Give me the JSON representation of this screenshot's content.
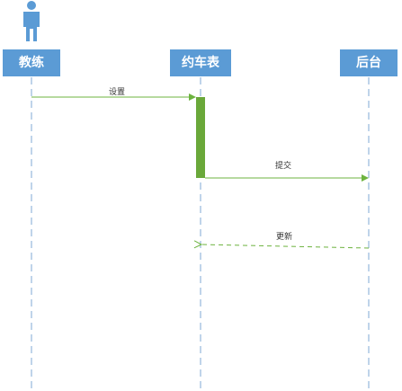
{
  "diagram": {
    "participants": [
      {
        "id": "coach",
        "label": "教练",
        "is_actor": true
      },
      {
        "id": "schedule",
        "label": "约车表",
        "is_actor": false
      },
      {
        "id": "backend",
        "label": "后台",
        "is_actor": false
      }
    ],
    "messages": [
      {
        "from": "coach",
        "to": "schedule",
        "label": "设置",
        "style": "solid"
      },
      {
        "from": "schedule",
        "to": "backend",
        "label": "提交",
        "style": "solid"
      },
      {
        "from": "backend",
        "to": "schedule",
        "label": "更新",
        "style": "dashed"
      }
    ],
    "colors": {
      "participant_box": "#5b9bd5",
      "lifeline": "#7fa8d6",
      "message": "#6db33f",
      "activation": "#6aa83a"
    }
  }
}
